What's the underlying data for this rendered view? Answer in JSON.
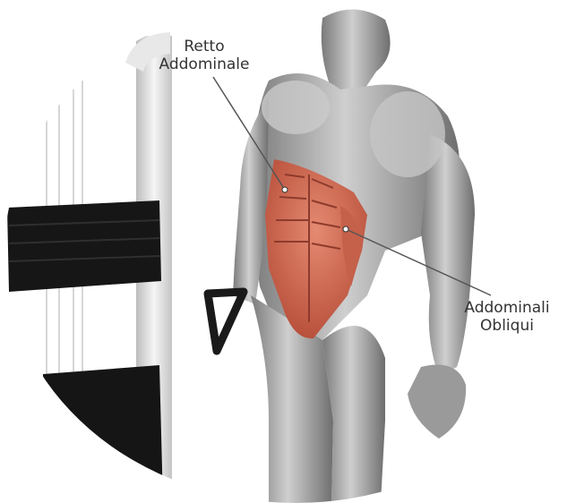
{
  "labels": {
    "rectus": {
      "line1": "Retto",
      "line2": "Addominale"
    },
    "obliques": {
      "line1": "Addominali",
      "line2": "Obliqui"
    }
  },
  "colors": {
    "muscle_highlight": "#d9735c",
    "body_gray": "#a9a9a9",
    "weight_stack": "#161616",
    "callout_line": "#555555"
  }
}
